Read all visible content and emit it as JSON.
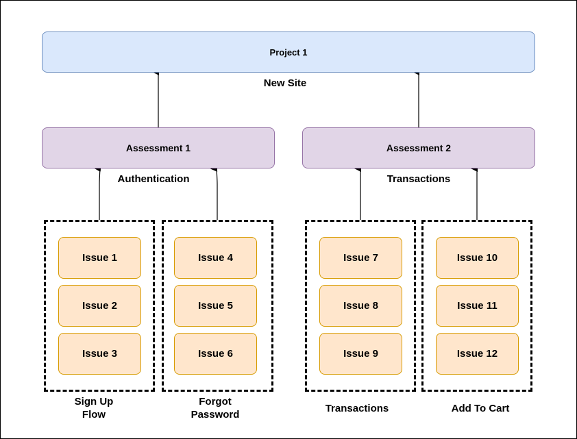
{
  "colors": {
    "project_fill": "#dae8fc",
    "project_stroke": "#6c8ebf",
    "assessment_fill": "#e1d5e7",
    "assessment_stroke": "#9673a6",
    "issue_fill": "#ffe6cc",
    "issue_stroke": "#d79b00"
  },
  "project": {
    "title": "Project 1",
    "label": "New Site"
  },
  "assessments": [
    {
      "title": "Assessment 1",
      "label": "Authentication"
    },
    {
      "title": "Assessment 2",
      "label": "Transactions"
    }
  ],
  "groups": [
    {
      "label_lines": [
        "Sign Up",
        "Flow"
      ],
      "issues": [
        "Issue 1",
        "Issue 2",
        "Issue 3"
      ]
    },
    {
      "label_lines": [
        "Forgot",
        "Password"
      ],
      "issues": [
        "Issue 4",
        "Issue 5",
        "Issue 6"
      ]
    },
    {
      "label_lines": [
        "Transactions"
      ],
      "issues": [
        "Issue 7",
        "Issue 8",
        "Issue 9"
      ]
    },
    {
      "label_lines": [
        "Add To Cart"
      ],
      "issues": [
        "Issue 10",
        "Issue 11",
        "Issue 12"
      ]
    }
  ]
}
